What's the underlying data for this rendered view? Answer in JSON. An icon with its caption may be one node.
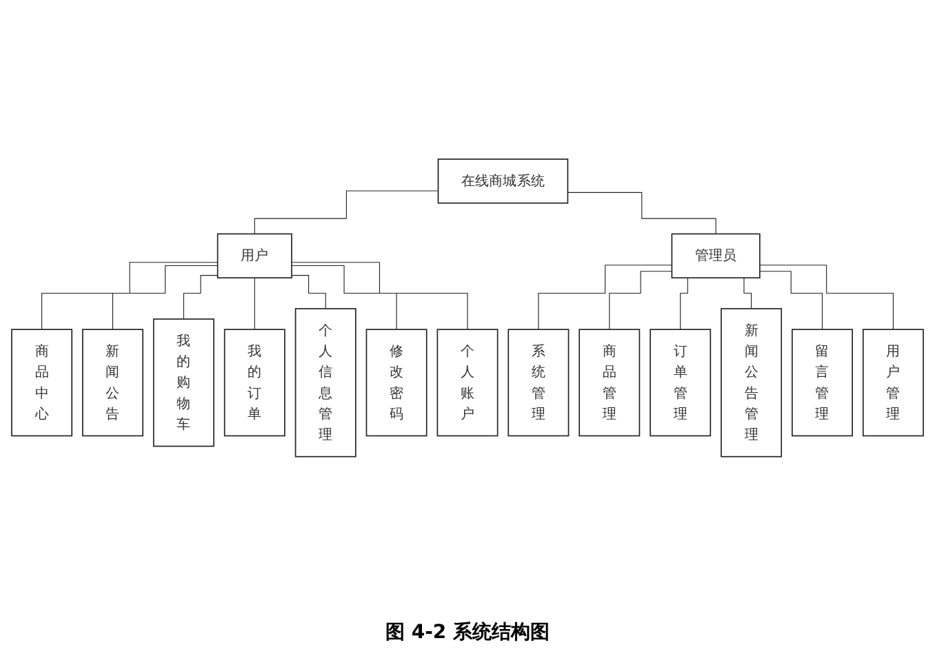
{
  "diagram": {
    "caption": "图 4-2  系统结构图",
    "nodes": [
      {
        "text": [
          "在线商城系统"
        ]
      },
      {
        "text": [
          "用户"
        ]
      },
      {
        "text": [
          "管理员"
        ]
      },
      {
        "text": [
          "商品中心"
        ]
      },
      {
        "text": [
          "新闻公告"
        ]
      },
      {
        "text": [
          "我的购物车"
        ]
      },
      {
        "text": [
          "我的订单"
        ]
      },
      {
        "text": [
          "个人信息管理"
        ]
      },
      {
        "text": [
          "修改密码"
        ]
      },
      {
        "text": [
          "个人账户"
        ]
      },
      {
        "text": [
          "系统管理"
        ]
      },
      {
        "text": [
          "商品管理"
        ]
      },
      {
        "text": [
          "订单管理"
        ]
      },
      {
        "text": [
          "新闻公告管理"
        ]
      },
      {
        "text": [
          "留言管理"
        ]
      },
      {
        "text": [
          "用户管理"
        ]
      }
    ],
    "edges": [
      {
        "from": 0,
        "to": 1,
        "arrow": "none"
      },
      {
        "from": 0,
        "to": 2,
        "arrow": "none"
      },
      {
        "from": 1,
        "to": 3,
        "arrow": "none"
      },
      {
        "from": 1,
        "to": 4,
        "arrow": "none"
      },
      {
        "from": 1,
        "to": 5,
        "arrow": "none"
      },
      {
        "from": 1,
        "to": 6,
        "arrow": "none"
      },
      {
        "from": 1,
        "to": 7,
        "arrow": "none"
      },
      {
        "from": 1,
        "to": 8,
        "arrow": "none"
      },
      {
        "from": 1,
        "to": 9,
        "arrow": "none"
      },
      {
        "from": 2,
        "to": 10,
        "arrow": "none"
      },
      {
        "from": 2,
        "to": 11,
        "arrow": "none"
      },
      {
        "from": 2,
        "to": 12,
        "arrow": "none"
      },
      {
        "from": 2,
        "to": 13,
        "arrow": "none"
      },
      {
        "from": 2,
        "to": 14,
        "arrow": "none"
      },
      {
        "from": 2,
        "to": 15,
        "arrow": "none"
      }
    ]
  }
}
